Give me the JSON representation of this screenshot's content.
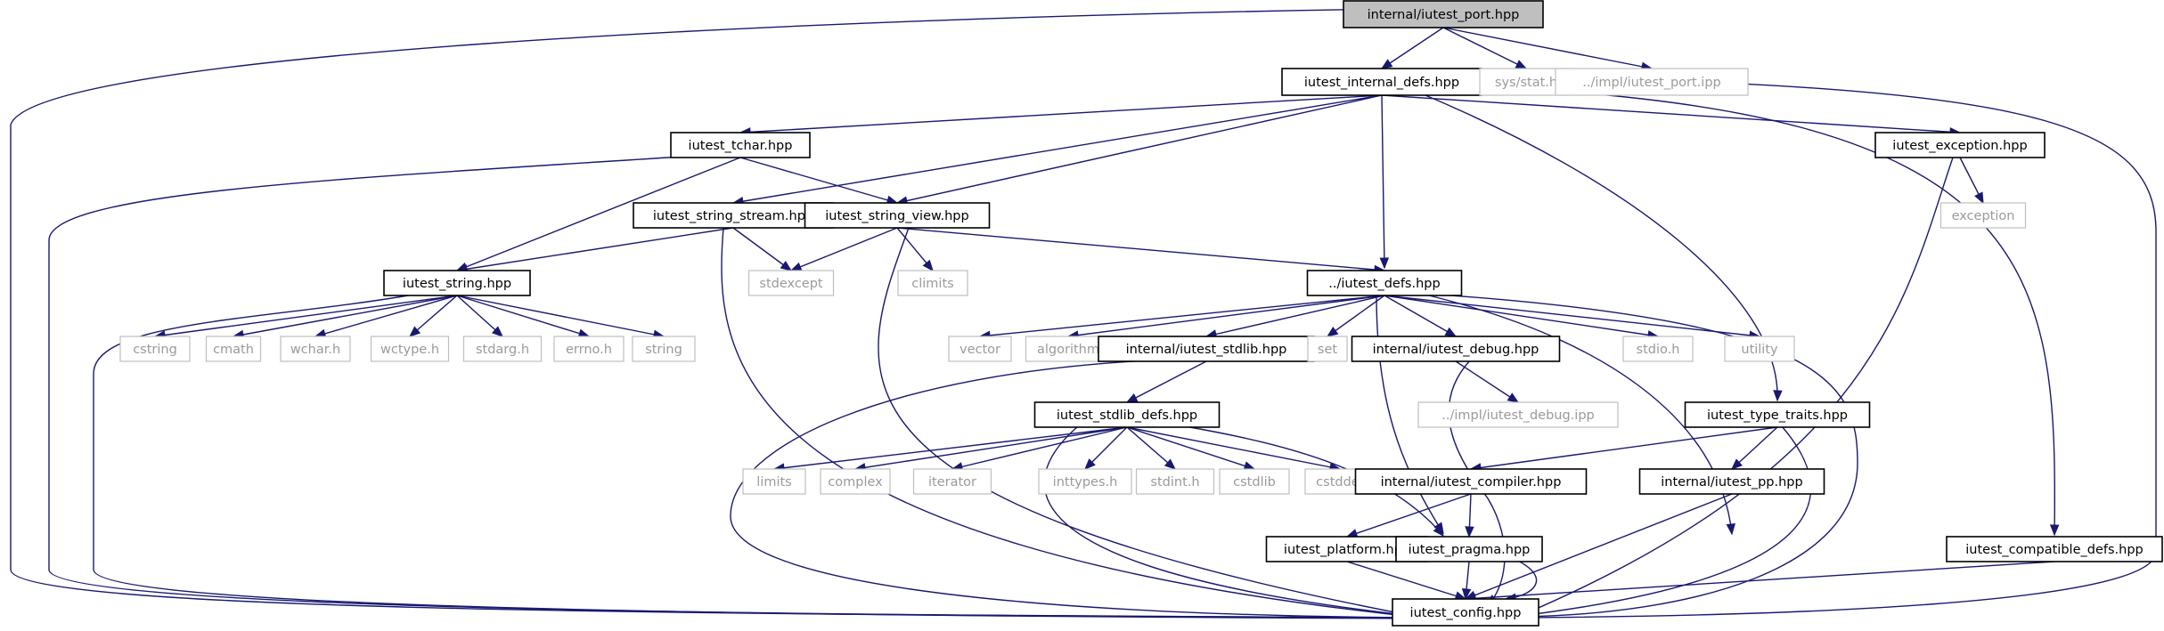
{
  "diagram": {
    "type": "include-dependency-graph",
    "colors": {
      "edge": "#191970",
      "root_fill": "#bfbfbf",
      "local_border": "#000000",
      "system_border": "#bfbfbf",
      "system_text": "#9a9a9a"
    },
    "nodes": [
      {
        "id": "root",
        "label": "internal/iutest_port.hpp",
        "kind": "root"
      },
      {
        "id": "internal_defs",
        "label": "iutest_internal_defs.hpp",
        "kind": "local"
      },
      {
        "id": "sys_stat",
        "label": "sys/stat.h",
        "kind": "system"
      },
      {
        "id": "port_ipp",
        "label": "../impl/iutest_port.ipp",
        "kind": "system"
      },
      {
        "id": "tchar",
        "label": "iutest_tchar.hpp",
        "kind": "local"
      },
      {
        "id": "exception_hpp",
        "label": "iutest_exception.hpp",
        "kind": "local"
      },
      {
        "id": "exception",
        "label": "exception",
        "kind": "system"
      },
      {
        "id": "string_stream",
        "label": "iutest_string_stream.hpp",
        "kind": "local"
      },
      {
        "id": "string_view",
        "label": "iutest_string_view.hpp",
        "kind": "local"
      },
      {
        "id": "string_hpp",
        "label": "iutest_string.hpp",
        "kind": "local"
      },
      {
        "id": "stdexcept",
        "label": "stdexcept",
        "kind": "system"
      },
      {
        "id": "climits",
        "label": "climits",
        "kind": "system"
      },
      {
        "id": "defs",
        "label": "../iutest_defs.hpp",
        "kind": "local"
      },
      {
        "id": "cstring",
        "label": "cstring",
        "kind": "system"
      },
      {
        "id": "cmath",
        "label": "cmath",
        "kind": "system"
      },
      {
        "id": "wchar",
        "label": "wchar.h",
        "kind": "system"
      },
      {
        "id": "wctype",
        "label": "wctype.h",
        "kind": "system"
      },
      {
        "id": "stdarg",
        "label": "stdarg.h",
        "kind": "system"
      },
      {
        "id": "errno",
        "label": "errno.h",
        "kind": "system"
      },
      {
        "id": "string",
        "label": "string",
        "kind": "system"
      },
      {
        "id": "vector",
        "label": "vector",
        "kind": "system"
      },
      {
        "id": "algorithm",
        "label": "algorithm",
        "kind": "system"
      },
      {
        "id": "stdlib_hpp",
        "label": "internal/iutest_stdlib.hpp",
        "kind": "local"
      },
      {
        "id": "set",
        "label": "set",
        "kind": "system"
      },
      {
        "id": "debug_hpp",
        "label": "internal/iutest_debug.hpp",
        "kind": "local"
      },
      {
        "id": "stdio",
        "label": "stdio.h",
        "kind": "system"
      },
      {
        "id": "utility",
        "label": "utility",
        "kind": "system"
      },
      {
        "id": "debug_ipp",
        "label": "../impl/iutest_debug.ipp",
        "kind": "system"
      },
      {
        "id": "stdlib_defs",
        "label": "iutest_stdlib_defs.hpp",
        "kind": "local"
      },
      {
        "id": "type_traits",
        "label": "iutest_type_traits.hpp",
        "kind": "local"
      },
      {
        "id": "limits",
        "label": "limits",
        "kind": "system"
      },
      {
        "id": "complex",
        "label": "complex",
        "kind": "system"
      },
      {
        "id": "iterator",
        "label": "iterator",
        "kind": "system"
      },
      {
        "id": "inttypes",
        "label": "inttypes.h",
        "kind": "system"
      },
      {
        "id": "stdint",
        "label": "stdint.h",
        "kind": "system"
      },
      {
        "id": "cstdlib",
        "label": "cstdlib",
        "kind": "system"
      },
      {
        "id": "cstddef",
        "label": "cstddef",
        "kind": "system"
      },
      {
        "id": "compiler",
        "label": "internal/iutest_compiler.hpp",
        "kind": "local"
      },
      {
        "id": "pp",
        "label": "internal/iutest_pp.hpp",
        "kind": "local"
      },
      {
        "id": "platform",
        "label": "iutest_platform.hpp",
        "kind": "local"
      },
      {
        "id": "pragma",
        "label": "iutest_pragma.hpp",
        "kind": "local"
      },
      {
        "id": "compatible_defs",
        "label": "iutest_compatible_defs.hpp",
        "kind": "local"
      },
      {
        "id": "config",
        "label": "iutest_config.hpp",
        "kind": "local"
      }
    ],
    "edges": [
      [
        "root",
        "internal_defs"
      ],
      [
        "root",
        "sys_stat"
      ],
      [
        "root",
        "port_ipp"
      ],
      [
        "root",
        "config"
      ],
      [
        "internal_defs",
        "tchar"
      ],
      [
        "internal_defs",
        "string_stream"
      ],
      [
        "internal_defs",
        "string_view"
      ],
      [
        "internal_defs",
        "defs"
      ],
      [
        "internal_defs",
        "type_traits"
      ],
      [
        "internal_defs",
        "exception_hpp"
      ],
      [
        "internal_defs",
        "compatible_defs"
      ],
      [
        "internal_defs",
        "config"
      ],
      [
        "tchar",
        "string_view"
      ],
      [
        "tchar",
        "string_hpp"
      ],
      [
        "tchar",
        "config"
      ],
      [
        "exception_hpp",
        "exception"
      ],
      [
        "exception_hpp",
        "config"
      ],
      [
        "string_stream",
        "string_hpp"
      ],
      [
        "string_stream",
        "stdexcept"
      ],
      [
        "string_stream",
        "config"
      ],
      [
        "string_view",
        "stdexcept"
      ],
      [
        "string_view",
        "climits"
      ],
      [
        "string_view",
        "defs"
      ],
      [
        "string_view",
        "config"
      ],
      [
        "string_hpp",
        "cstring"
      ],
      [
        "string_hpp",
        "cmath"
      ],
      [
        "string_hpp",
        "wchar"
      ],
      [
        "string_hpp",
        "wctype"
      ],
      [
        "string_hpp",
        "stdarg"
      ],
      [
        "string_hpp",
        "errno"
      ],
      [
        "string_hpp",
        "string"
      ],
      [
        "string_hpp",
        "config"
      ],
      [
        "defs",
        "vector"
      ],
      [
        "defs",
        "algorithm"
      ],
      [
        "defs",
        "stdlib_hpp"
      ],
      [
        "defs",
        "set"
      ],
      [
        "defs",
        "debug_hpp"
      ],
      [
        "defs",
        "stdio"
      ],
      [
        "defs",
        "utility"
      ],
      [
        "defs",
        "compiler"
      ],
      [
        "defs",
        "pp"
      ],
      [
        "defs",
        "config"
      ],
      [
        "stdlib_hpp",
        "stdlib_defs"
      ],
      [
        "stdlib_hpp",
        "config"
      ],
      [
        "debug_hpp",
        "debug_ipp"
      ],
      [
        "debug_hpp",
        "config"
      ],
      [
        "stdlib_defs",
        "limits"
      ],
      [
        "stdlib_defs",
        "complex"
      ],
      [
        "stdlib_defs",
        "iterator"
      ],
      [
        "stdlib_defs",
        "inttypes"
      ],
      [
        "stdlib_defs",
        "stdint"
      ],
      [
        "stdlib_defs",
        "cstdlib"
      ],
      [
        "stdlib_defs",
        "cstddef"
      ],
      [
        "stdlib_defs",
        "compiler"
      ],
      [
        "stdlib_defs",
        "config"
      ],
      [
        "type_traits",
        "compiler"
      ],
      [
        "type_traits",
        "pp"
      ],
      [
        "type_traits",
        "config"
      ],
      [
        "compiler",
        "platform"
      ],
      [
        "compiler",
        "pragma"
      ],
      [
        "compiler",
        "config"
      ],
      [
        "pp",
        "config"
      ],
      [
        "platform",
        "config"
      ],
      [
        "pragma",
        "config"
      ],
      [
        "compatible_defs",
        "config"
      ]
    ]
  }
}
